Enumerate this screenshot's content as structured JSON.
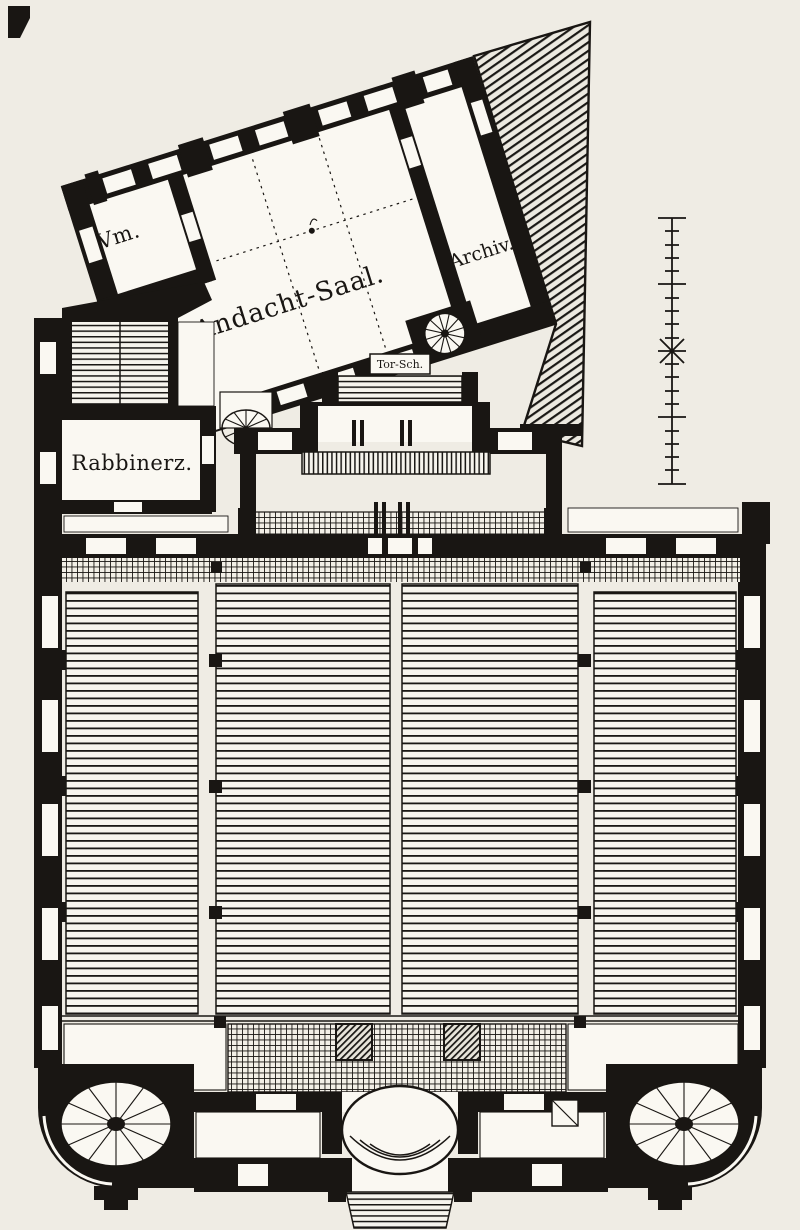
{
  "meta": {
    "artwork": "Historic ground-floor plan engraving of a synagogue",
    "drawing_type": "architectural floor plan"
  },
  "colors": {
    "paper": "#efece4",
    "room": "#faf8f2",
    "ink": "#191613"
  },
  "rooms": {
    "vestibule_abbr": {
      "label": "Vm."
    },
    "prayer_hall": {
      "label": "Andacht-Saal."
    },
    "archive": {
      "label": "Archiv."
    },
    "rabbi_room": {
      "label": "Rabbinerz."
    },
    "torah_ark": {
      "label": "Tor-Sch."
    }
  }
}
